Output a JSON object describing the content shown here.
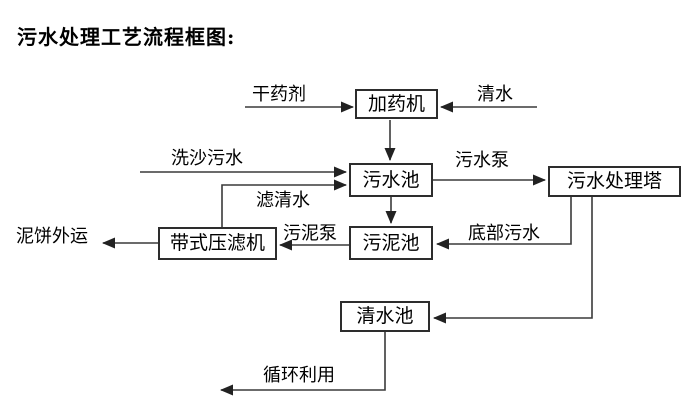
{
  "title": "污水处理工艺流程框图:",
  "nodes": {
    "dosing_machine": "加药机",
    "sewage_pool": "污水池",
    "treatment_tower": "污水处理塔",
    "sludge_pool": "污泥池",
    "belt_filter_press": "带式压滤机",
    "clear_water_pool": "清水池"
  },
  "flow_labels": {
    "dry_agent": "干药剂",
    "clear_water": "清水",
    "sand_washing_sewage": "洗沙污水",
    "sewage_pump": "污水泵",
    "filtered_water": "滤清水",
    "sludge_pump": "污泥泵",
    "bottom_sewage": "底部污水",
    "mud_cake_shipping": "泥饼外运",
    "recycling": "循环利用"
  },
  "colors": {
    "line": "#3a3a3a",
    "box_border": "#2d2d2d",
    "text": "#000000",
    "background": "#ffffff"
  }
}
